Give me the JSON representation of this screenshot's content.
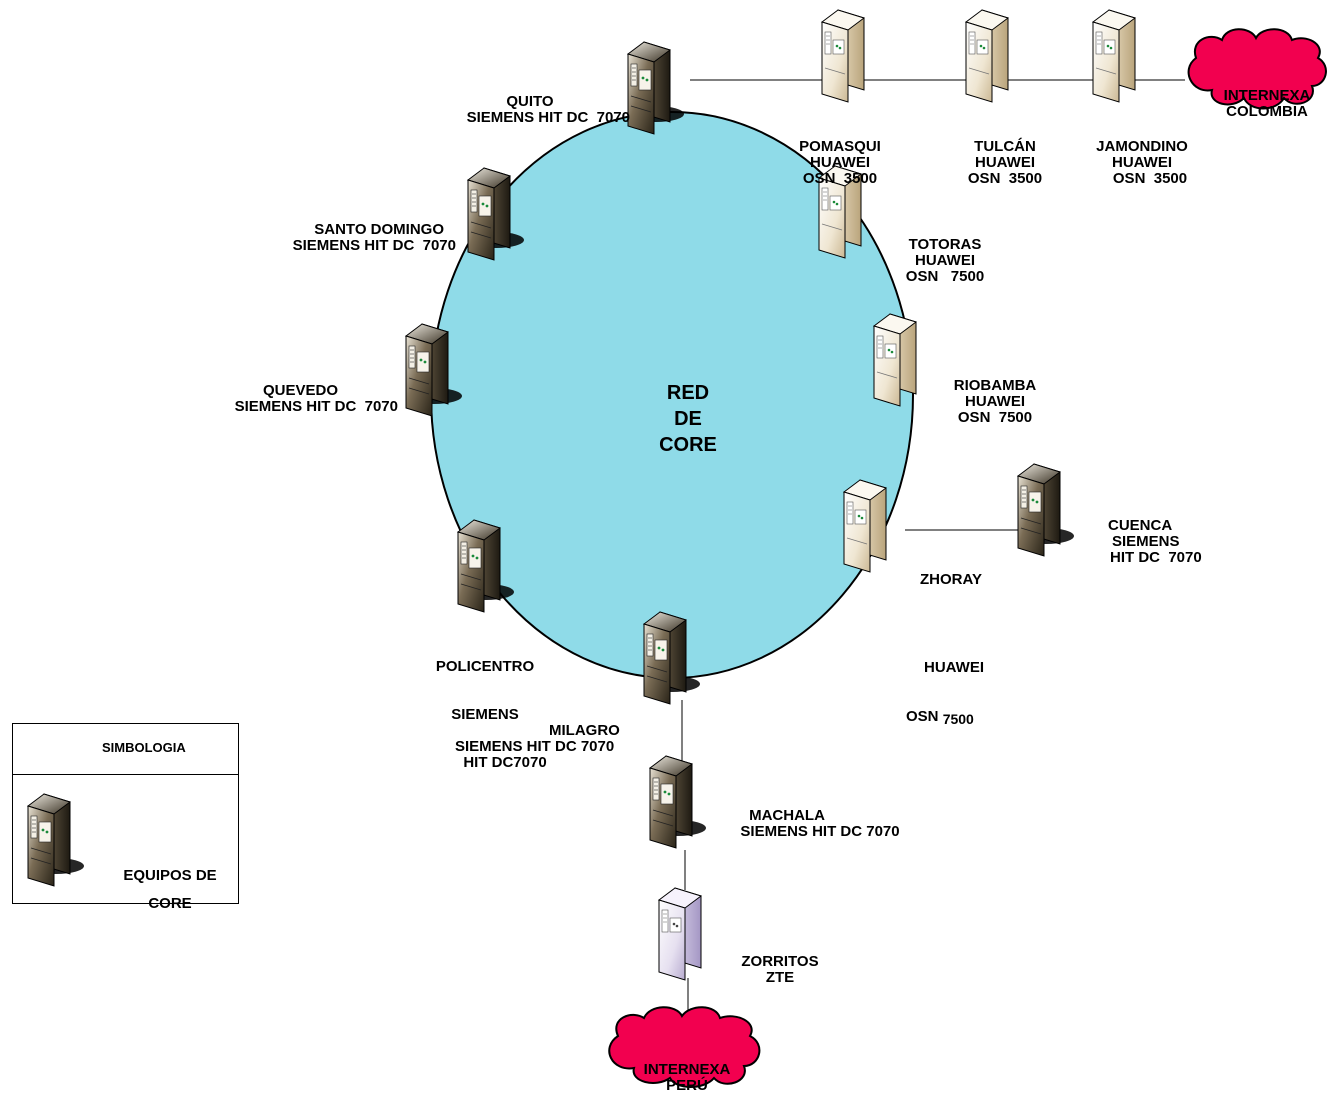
{
  "core": {
    "line1": "RED",
    "line2": "DE",
    "line3": "CORE"
  },
  "nodes": {
    "quito": {
      "l1": "QUITO",
      "l2": "SIEMENS HIT DC  7070"
    },
    "pomasqui": {
      "l1": "POMASQUI",
      "l2": "HUAWEI",
      "l3": "OSN  3500"
    },
    "tulcan": {
      "l1": "TULCÁN",
      "l2": "HUAWEI",
      "l3": "OSN  3500"
    },
    "jamondino": {
      "l1": "JAMONDINO",
      "l2": "HUAWEI",
      "l3": "OSN  3500"
    },
    "santo": {
      "l1": "SANTO DOMINGO",
      "l2": "SIEMENS HIT DC  7070"
    },
    "totoras": {
      "l1": "TOTORAS",
      "l2": "HUAWEI",
      "l3": "OSN   7500"
    },
    "quevedo": {
      "l1": "QUEVEDO",
      "l2": "SIEMENS HIT DC  7070"
    },
    "riobamba": {
      "l1": "RIOBAMBA",
      "l2": "HUAWEI",
      "l3": "OSN  7500"
    },
    "cuenca": {
      "l1": "CUENCA",
      "l2": "SIEMENS",
      "l3": "HIT DC  7070"
    },
    "zhoray": {
      "l1": "ZHORAY",
      "l2": "HUAWEI",
      "l3": "OSN ",
      "l4": "7500"
    },
    "policentro": {
      "l1": "POLICENTRO",
      "l2": "SIEMENS",
      "l3": "HIT DC7070"
    },
    "milagro": {
      "l1": "MILAGRO",
      "l2": "SIEMENS HIT DC 7070"
    },
    "machala": {
      "l1": "MACHALA",
      "l2": "SIEMENS HIT DC 7070"
    },
    "zorritos": {
      "l1": "ZORRITOS",
      "l2": "ZTE"
    }
  },
  "clouds": {
    "colombia": {
      "l1": "INTERNEXA",
      "l2": "COLOMBIA"
    },
    "peru": {
      "l1": "INTERNEXA",
      "l2": "PERÚ"
    }
  },
  "legend": {
    "title": "SIMBOLOGIA",
    "l1": "EQUIPOS DE",
    "l2": "CORE"
  },
  "colors": {
    "core_fill": "#8fdbe8",
    "cloud_fill": "#f2004f",
    "dark_server": "#4a3f30",
    "light_server": "#e8dcc4",
    "zte_server": "#d8d0e8"
  }
}
